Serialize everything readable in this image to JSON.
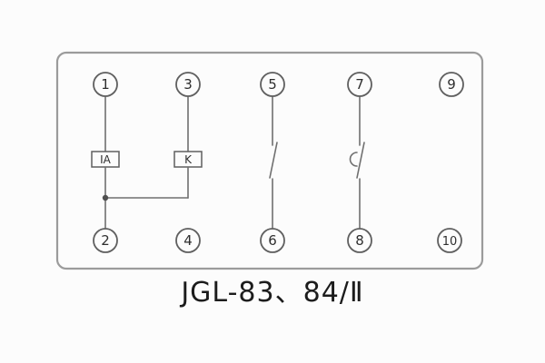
{
  "diagram": {
    "caption": "JGL-83、84/Ⅱ",
    "terminals": {
      "top": [
        "1",
        "3",
        "5",
        "7",
        "9"
      ],
      "bottom": [
        "2",
        "4",
        "6",
        "8",
        "10"
      ]
    },
    "components": {
      "coil_a_label": "IA",
      "coil_k_label": "K"
    },
    "colors": {
      "background": "#fcfcfc",
      "panel_border": "#9b9b9b",
      "wire": "#6f6f6f",
      "text": "#2e2e2e",
      "caption_text": "#1c1c1c"
    }
  }
}
